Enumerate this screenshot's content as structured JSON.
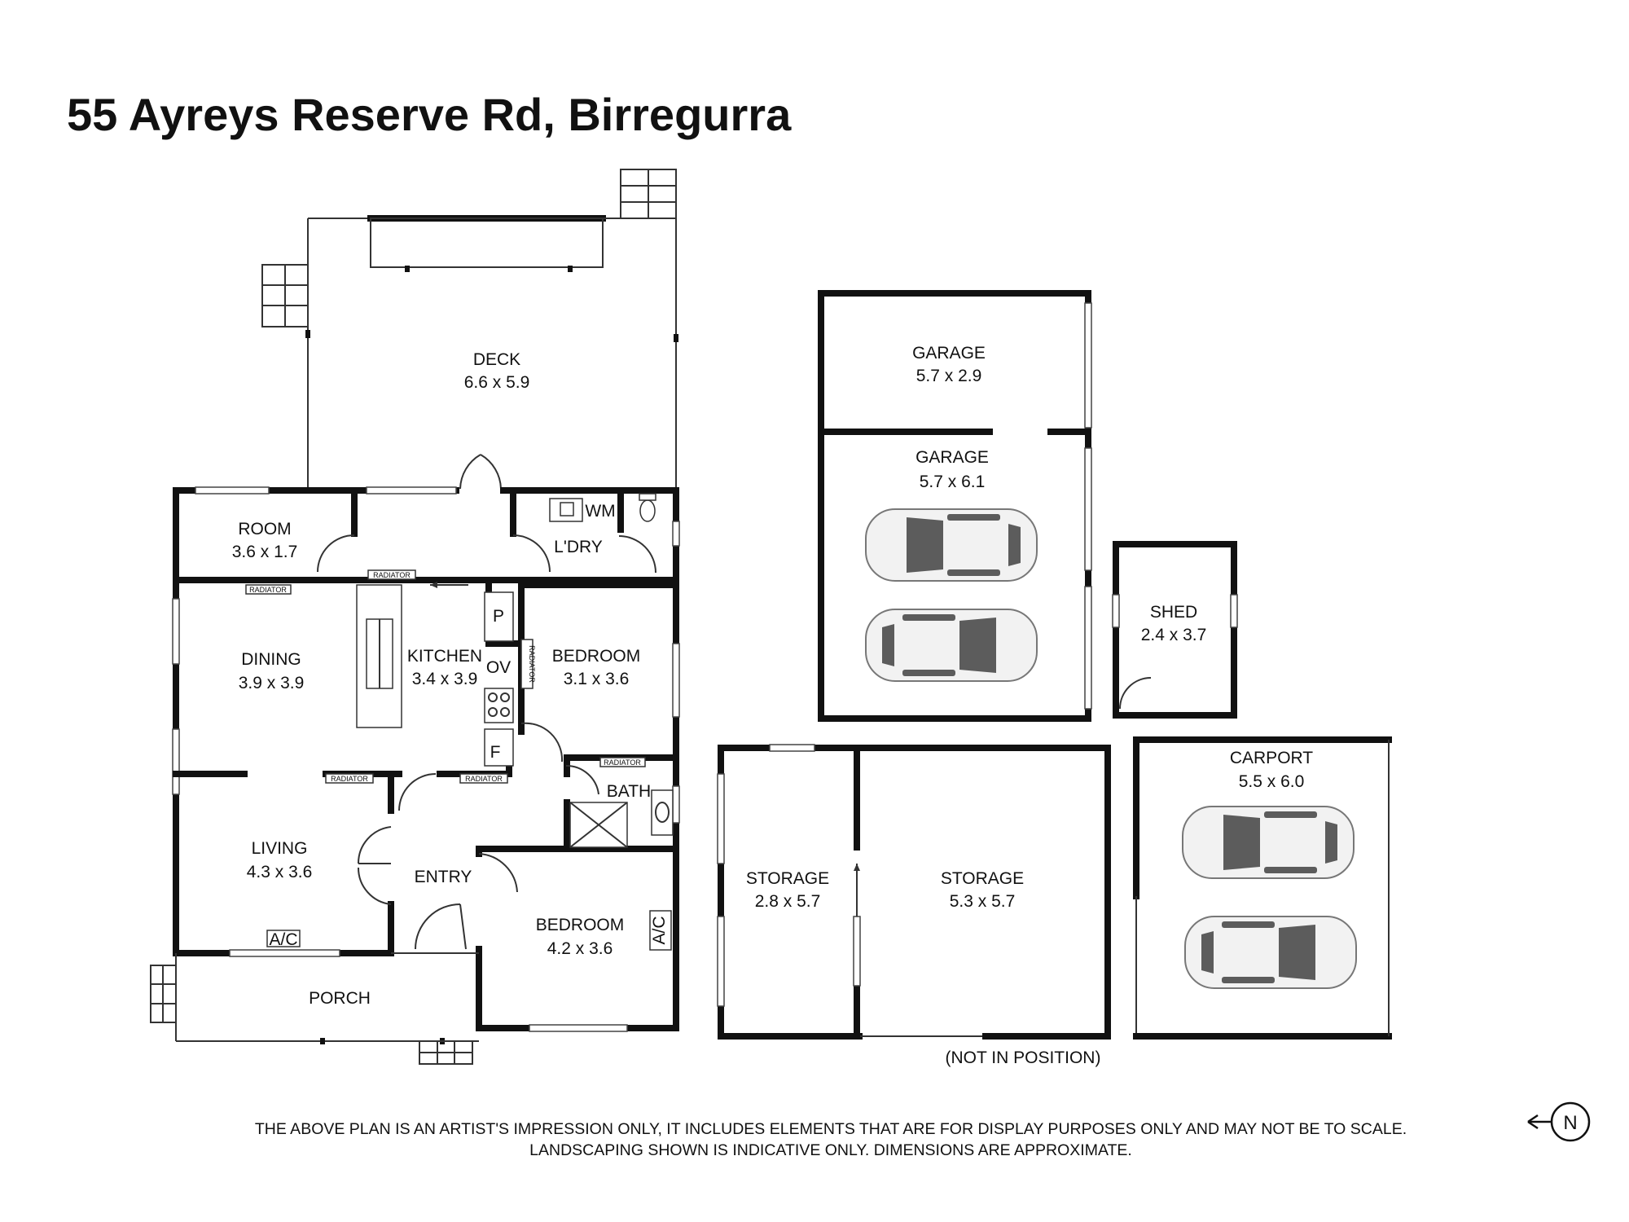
{
  "title": "55 Ayreys Reserve Rd, Birregurra",
  "rooms": [
    {
      "id": "deck",
      "name": "DECK",
      "dims": "6.6 x 5.9"
    },
    {
      "id": "room",
      "name": "ROOM",
      "dims": "3.6 x 1.7"
    },
    {
      "id": "laundry",
      "name": "L'DRY",
      "dims": ""
    },
    {
      "id": "dining",
      "name": "DINING",
      "dims": "3.9 x 3.9"
    },
    {
      "id": "kitchen",
      "name": "KITCHEN",
      "dims": "3.4 x 3.9"
    },
    {
      "id": "bedroom1",
      "name": "BEDROOM",
      "dims": "3.1 x 3.6"
    },
    {
      "id": "bath",
      "name": "BATH",
      "dims": ""
    },
    {
      "id": "living",
      "name": "LIVING",
      "dims": "4.3 x 3.6"
    },
    {
      "id": "entry",
      "name": "ENTRY",
      "dims": ""
    },
    {
      "id": "bedroom2",
      "name": "BEDROOM",
      "dims": "4.2 x 3.6"
    },
    {
      "id": "porch",
      "name": "PORCH",
      "dims": ""
    },
    {
      "id": "garage1",
      "name": "GARAGE",
      "dims": "5.7 x 2.9"
    },
    {
      "id": "garage2",
      "name": "GARAGE",
      "dims": "5.7 x 6.1"
    },
    {
      "id": "shed",
      "name": "SHED",
      "dims": "2.4 x 3.7"
    },
    {
      "id": "storage1",
      "name": "STORAGE",
      "dims": "2.8 x 5.7"
    },
    {
      "id": "storage2",
      "name": "STORAGE",
      "dims": "5.3 x 5.7"
    },
    {
      "id": "carport",
      "name": "CARPORT",
      "dims": "5.5 x 6.0"
    }
  ],
  "fixtures": {
    "wm": "WM",
    "pantry": "P",
    "oven": "OV",
    "fridge": "F",
    "ac": "A/C",
    "radiator": "RADIATOR"
  },
  "not_in_position": "(NOT IN POSITION)",
  "disclaimer": [
    "THE ABOVE PLAN IS AN ARTIST'S IMPRESSION ONLY, IT INCLUDES ELEMENTS THAT ARE FOR DISPLAY PURPOSES ONLY AND MAY NOT BE TO SCALE.",
    "LANDSCAPING SHOWN IS INDICATIVE ONLY. DIMENSIONS ARE APPROXIMATE."
  ],
  "north": "N",
  "colors": {
    "wall": "#111111",
    "car_glass": "#5c5c5c",
    "car_body": "#f2f2f2"
  }
}
